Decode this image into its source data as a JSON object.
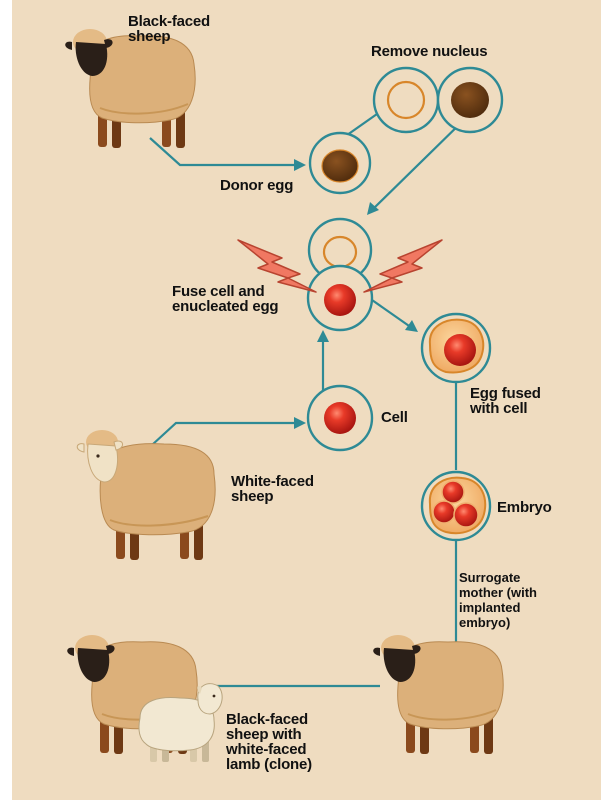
{
  "colors": {
    "background": "#efdcc0",
    "connector": "#2e8a95",
    "sheep_body": "#dcb07a",
    "sheep_body_shade": "#c89656",
    "black_face": "#2a1f18",
    "white_face": "#f0e2c6",
    "legs_dark": "#8b4a1d",
    "nucleus_dark": "#6b3a12",
    "nucleus_ring": "#d8862a",
    "cell_red": "#d42a1f",
    "spark_fill": "#f07862",
    "spark_stroke": "#b84430"
  },
  "labels": {
    "black_faced_sheep": "Black-faced\nsheep",
    "remove_nucleus": "Remove nucleus",
    "donor_egg": "Donor egg",
    "fuse_cell": "Fuse cell and\nenucleated egg",
    "egg_fused": "Egg fused\nwith cell",
    "cell": "Cell",
    "white_faced_sheep": "White-faced\nsheep",
    "embryo": "Embryo",
    "surrogate": "Surrogate\nmother (with\nimplanted\nembryo)",
    "clone_result": "Black-faced\nsheep with\nwhite-faced\nlamb (clone)"
  },
  "icons": {
    "donor_sheep": "black-faced-sheep-icon",
    "white_sheep": "white-faced-sheep-icon",
    "surrogate_sheep": "black-faced-sheep-icon",
    "mother_sheep": "black-faced-sheep-icon",
    "lamb": "white-lamb-icon",
    "spark": "electric-spark-icon"
  }
}
